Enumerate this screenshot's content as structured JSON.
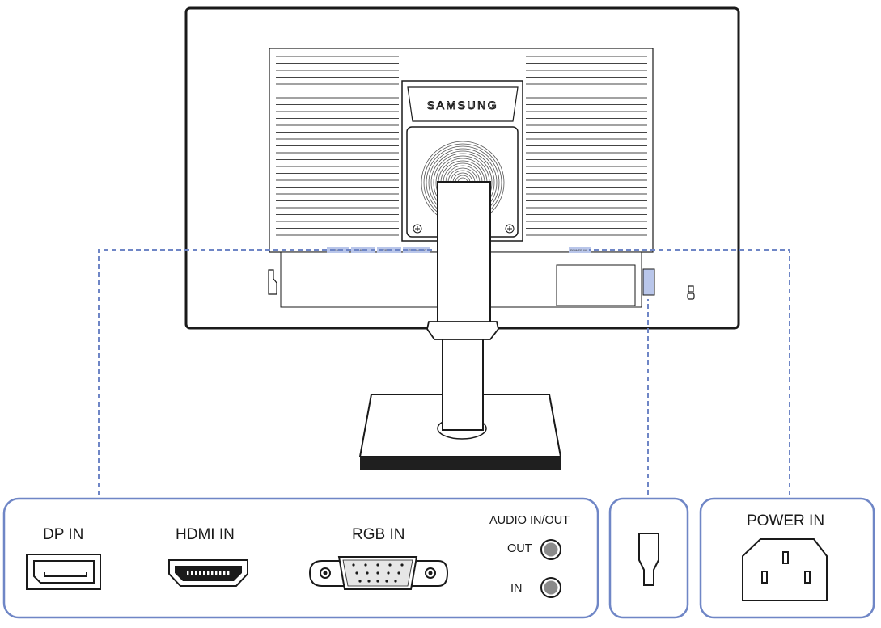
{
  "brand": "SAMSUNG",
  "ports": {
    "dp": "DP IN",
    "hdmi": "HDMI IN",
    "rgb": "RGB IN",
    "audio": "AUDIO IN/OUT",
    "audio_out": "OUT",
    "audio_in": "IN",
    "power": "POWER IN"
  },
  "strip_labels": {
    "dp": "DP IN",
    "hdmi": "HDMI IN",
    "rgb": "RGB IN",
    "audio": "AUDIO IN/OUT",
    "power": "POWER IN"
  },
  "colors": {
    "line": "#1a1a1a",
    "accent_blue": "#6f86c6",
    "port_highlight": "#b9c6ea",
    "stand_base": "#1f1f1f",
    "background": "#ffffff"
  }
}
